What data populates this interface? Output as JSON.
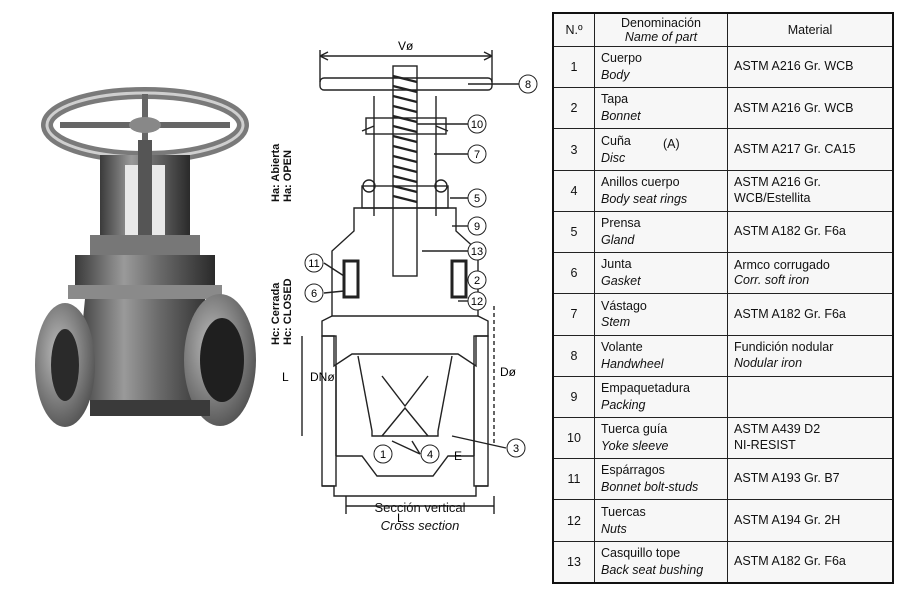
{
  "diagram": {
    "labels": {
      "open": [
        "Ha: Abierta",
        "Ha: OPEN"
      ],
      "closed": [
        "Hc: Cerrada",
        "Hc: CLOSED"
      ],
      "v_dim": "Vø",
      "dn_dim": "DNø",
      "d_dim": "Dø",
      "l_left": "L",
      "l_bottom": "L",
      "e_dim": "E"
    },
    "callouts": [
      "8",
      "10",
      "7",
      "5",
      "9",
      "13",
      "11",
      "2",
      "6",
      "12",
      "1",
      "4",
      "3"
    ],
    "caption_es": "Sección vertical",
    "caption_en": "Cross section"
  },
  "table": {
    "header": {
      "no": "N.º",
      "name_es": "Denominación",
      "name_en": "Name of part",
      "material": "Material"
    },
    "rows": [
      {
        "no": "1",
        "es": "Cuerpo",
        "en": "Body",
        "note": "",
        "mat1": "ASTM A216 Gr. WCB",
        "mat2": "",
        "mat2_italic": false
      },
      {
        "no": "2",
        "es": "Tapa",
        "en": "Bonnet",
        "note": "",
        "mat1": "ASTM A216 Gr. WCB",
        "mat2": "",
        "mat2_italic": false
      },
      {
        "no": "3",
        "es": "Cuña",
        "en": "Disc",
        "note": "(A)",
        "mat1": "ASTM A217 Gr. CA15",
        "mat2": "",
        "mat2_italic": false
      },
      {
        "no": "4",
        "es": "Anillos cuerpo",
        "en": "Body seat rings",
        "note": "",
        "mat1": "ASTM A216 Gr.",
        "mat2": "WCB/Estellita",
        "mat2_italic": false
      },
      {
        "no": "5",
        "es": "Prensa",
        "en": "Gland",
        "note": "",
        "mat1": "ASTM A182 Gr. F6a",
        "mat2": "",
        "mat2_italic": false
      },
      {
        "no": "6",
        "es": "Junta",
        "en": "Gasket",
        "note": "",
        "mat1": "Armco corrugado",
        "mat2": "Corr. soft iron",
        "mat2_italic": true
      },
      {
        "no": "7",
        "es": "Vástago",
        "en": "Stem",
        "note": "",
        "mat1": "ASTM A182 Gr. F6a",
        "mat2": "",
        "mat2_italic": false
      },
      {
        "no": "8",
        "es": "Volante",
        "en": "Handwheel",
        "note": "",
        "mat1": "Fundición nodular",
        "mat2": "Nodular iron",
        "mat2_italic": true
      },
      {
        "no": "9",
        "es": "Empaquetadura",
        "en": "Packing",
        "note": "",
        "mat1": "",
        "mat2": "",
        "mat2_italic": false
      },
      {
        "no": "10",
        "es": "Tuerca guía",
        "en": "Yoke sleeve",
        "note": "",
        "mat1": "ASTM A439 D2",
        "mat2": "NI-RESIST",
        "mat2_italic": false
      },
      {
        "no": "11",
        "es": "Espárragos",
        "en": "Bonnet bolt-studs",
        "note": "",
        "mat1": "ASTM A193 Gr. B7",
        "mat2": "",
        "mat2_italic": false
      },
      {
        "no": "12",
        "es": "Tuercas",
        "en": "Nuts",
        "note": "",
        "mat1": "ASTM A194 Gr. 2H",
        "mat2": "",
        "mat2_italic": false
      },
      {
        "no": "13",
        "es": "Casquillo tope",
        "en": "Back seat bushing",
        "note": "",
        "mat1": "ASTM A182 Gr. F6a",
        "mat2": "",
        "mat2_italic": false
      }
    ]
  }
}
